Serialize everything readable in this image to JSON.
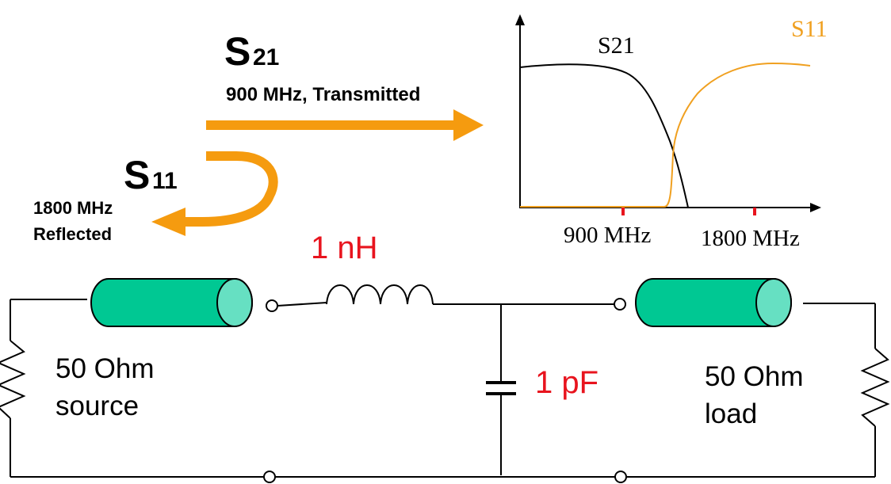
{
  "colors": {
    "arrow": "#F59B0F",
    "s11_curve": "#F0A020",
    "component_label": "#E8141E",
    "cable_body": "#00C893",
    "cable_end": "#66E0C2",
    "tick_mark": "#E8141E",
    "line": "#000000"
  },
  "s21_label": {
    "main": "S",
    "sub": "21",
    "desc": "900 MHz, Transmitted"
  },
  "s11_label": {
    "main": "S",
    "sub": "11",
    "desc_line1": "1800 MHz",
    "desc_line2": "Reflected"
  },
  "graph": {
    "curve_labels": {
      "s21": "S21",
      "s11": "S11"
    },
    "tick_labels": [
      "900 MHz",
      "1800 MHz"
    ]
  },
  "circuit": {
    "inductor_label": "1 nH",
    "capacitor_label": "1 pF",
    "source_label_line1": "50 Ohm",
    "source_label_line2": "source",
    "load_label_line1": "50 Ohm",
    "load_label_line2": "load"
  }
}
